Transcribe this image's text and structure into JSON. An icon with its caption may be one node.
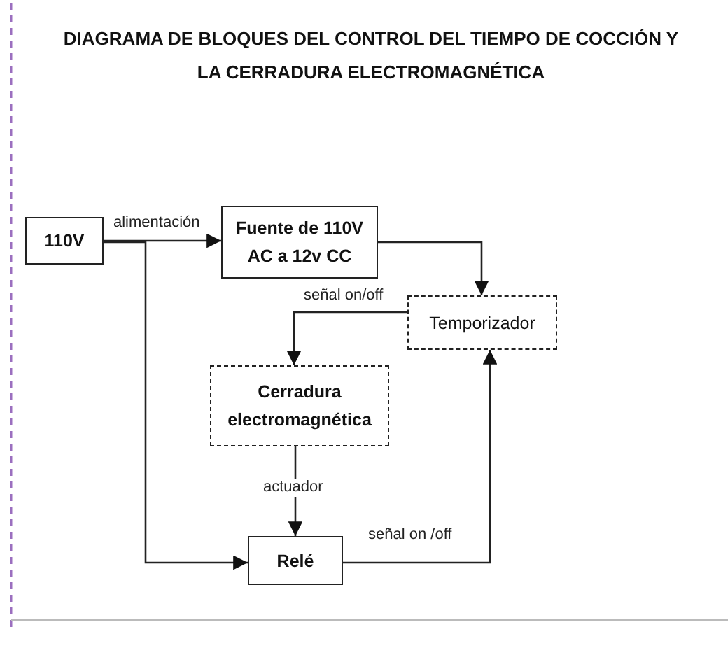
{
  "diagram": {
    "title": "DIAGRAMA DE BLOQUES DEL CONTROL DEL TIEMPO DE COCCIÓN Y LA CERRADURA ELECTROMAGNÉTICA",
    "nodes": [
      {
        "text": [
          "110V"
        ]
      },
      {
        "text": [
          "Fuente de 110V AC a 12v CC"
        ]
      },
      {
        "text": [
          "Temporizador"
        ]
      },
      {
        "text": [
          "Cerradura electromagnética"
        ]
      },
      {
        "text": [
          "Relé"
        ]
      }
    ],
    "edges": [
      {
        "from": 0,
        "to": 1,
        "arrow": "to",
        "label": "alimentación"
      },
      {
        "from": 0,
        "to": 4,
        "arrow": "to"
      },
      {
        "from": 1,
        "to": 2,
        "arrow": "to"
      },
      {
        "from": 2,
        "to": 3,
        "arrow": "to",
        "label": "señal on/off"
      },
      {
        "from": 3,
        "to": 4,
        "arrow": "to",
        "label": "actuador"
      },
      {
        "from": 4,
        "to": 2,
        "arrow": "to",
        "label": "señal on /off"
      }
    ]
  }
}
